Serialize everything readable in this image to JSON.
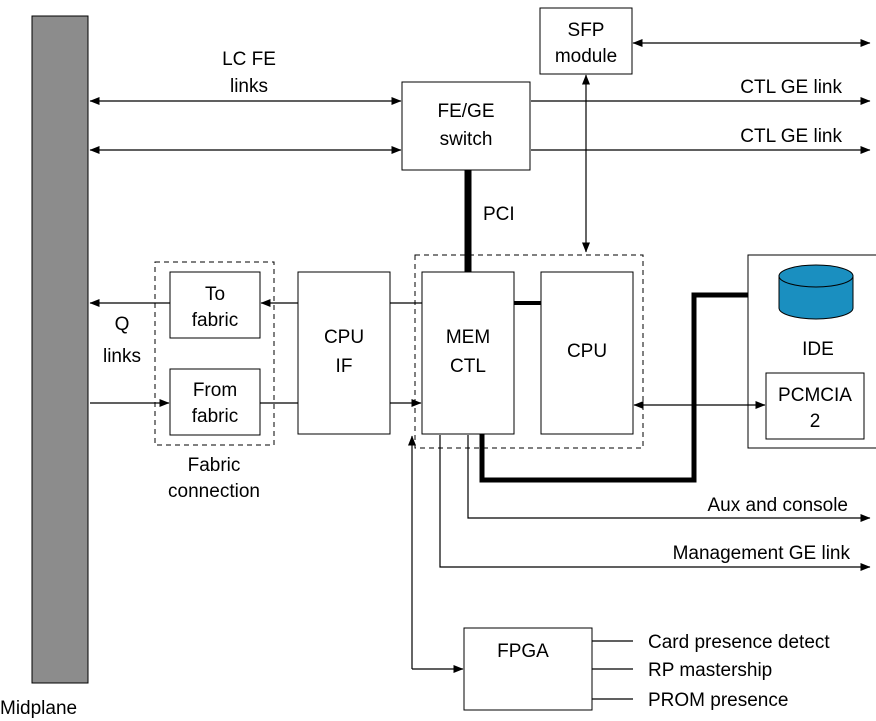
{
  "midplane_label": "Midplane",
  "lc_fe_links": [
    "LC FE",
    "links"
  ],
  "fe_ge_switch": [
    "FE/GE",
    "switch"
  ],
  "sfp_module": [
    "SFP",
    "module"
  ],
  "ctl_ge_link_1": "CTL GE link",
  "ctl_ge_link_2": "CTL GE link",
  "pci_label": "PCI",
  "to_fabric": [
    "To",
    "fabric"
  ],
  "from_fabric": [
    "From",
    "fabric"
  ],
  "q_links": [
    "Q",
    "links"
  ],
  "fabric_connection": [
    "Fabric",
    "connection"
  ],
  "cpu_if": [
    "CPU",
    "IF"
  ],
  "mem_ctl": [
    "MEM",
    "CTL"
  ],
  "cpu_label": "CPU",
  "ide_label": "IDE",
  "pcmcia": [
    "PCMCIA",
    "2"
  ],
  "aux_console": "Aux and console",
  "management_ge_link": "Management GE link",
  "fpga_label": "FPGA",
  "card_presence_detect": "Card presence detect",
  "rp_mastership": "RP mastership",
  "prom_presence": "PROM presence",
  "colors": {
    "midplane_fill": "#8c8c8c",
    "ide_disk": "#1a8fc0"
  }
}
